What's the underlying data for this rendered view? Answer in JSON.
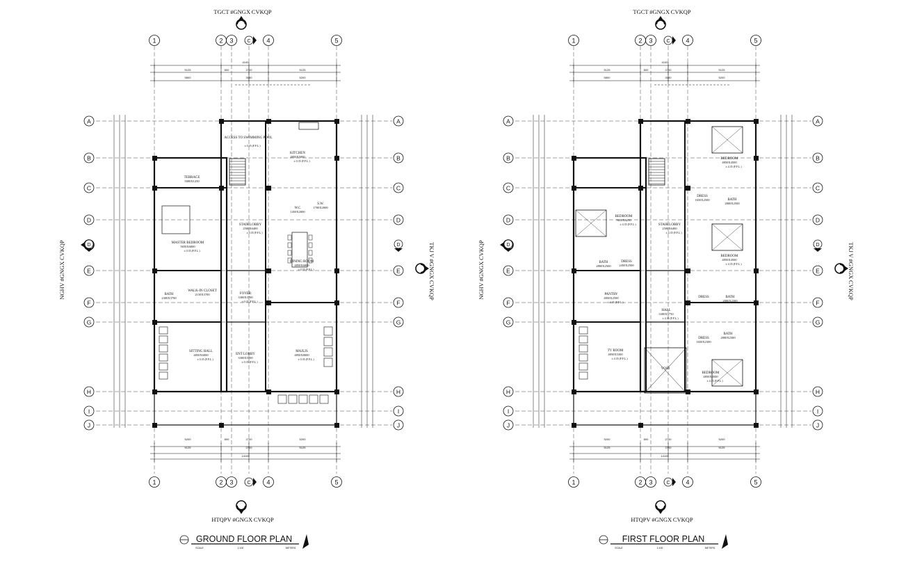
{
  "plans": [
    {
      "id": "ground",
      "elevation_top": "TGCT #GNGX CVKQP",
      "elevation_bottom": "HTQPV #GNGX CVKQP",
      "elevation_left": "NGHV #GNGX CVKQP",
      "elevation_right": "TKJ V #GNGX CVKQP",
      "title": "GROUND FLOOR PLAN",
      "scale_label": "SCALE",
      "scale_value": "1:100",
      "units": "METERS",
      "dims_top_1": [
        "5125",
        "800",
        "2700",
        "5125"
      ],
      "dims_top_2": [
        "5800",
        "3050",
        "5200"
      ],
      "dims_top_overall": "4100",
      "dims_bottom_1": [
        "5200",
        "800",
        "2700",
        "5200"
      ],
      "dims_bottom_2": [
        "5125",
        "2700",
        "5125"
      ],
      "dims_bottom_overall": "14100",
      "rooms": [
        {
          "name": "ACCESS TO SWIMMING POOL",
          "size": "",
          "level": "± 0.35 (F.F.L.)"
        },
        {
          "name": "KITCHEN",
          "size": "4850X5000",
          "level": "± 0.35 (F.F.L.)"
        },
        {
          "name": "TERRACE",
          "size": "5000X1250",
          "level": ""
        },
        {
          "name": "MASTER BEDROOM",
          "size": "5650X6000",
          "level": "± 0.35 (F.F.L.)"
        },
        {
          "name": "STAIR LOBBY",
          "size": "2500X6400",
          "level": "± 0.35 (F.F.L.)"
        },
        {
          "name": "W.C",
          "size": "1450X2000",
          "level": ""
        },
        {
          "name": "S.W.",
          "size": "1700X2000",
          "level": ""
        },
        {
          "name": "DINING ROOM",
          "size": "4850X6000",
          "level": "± 0.35 (F.F.L.)"
        },
        {
          "name": "BATH",
          "size": "2300X3700",
          "level": ""
        },
        {
          "name": "WALK-IN CLOSET",
          "size": "2150X3700",
          "level": ""
        },
        {
          "name": "FOYER",
          "size": "3300X3700",
          "level": "± 0.35 (F.F.L.)"
        },
        {
          "name": "SITTING HALL",
          "size": "4850X6000",
          "level": "± 0.35 (F.F.L.)"
        },
        {
          "name": "ENT LOBBY",
          "size": "3300X5000",
          "level": "± 0.35 (F.F.L.)"
        },
        {
          "name": "MAJLIS",
          "size": "4850X8000",
          "level": "± 0.35 (F.F.L.)"
        }
      ]
    },
    {
      "id": "first",
      "elevation_top": "TGCT #GNGX CVKQP",
      "elevation_bottom": "HTQPV #GNGX CVKQP",
      "elevation_left": "NGHV #GNGX CVKQP",
      "elevation_right": "TKJ V #GNGX CVKQP",
      "title": "FIRST  FLOOR PLAN",
      "scale_label": "SCALE",
      "scale_value": "1:100",
      "units": "METERS",
      "dims_top_1": [
        "5125",
        "800",
        "2700",
        "5125"
      ],
      "dims_top_2": [
        "5800",
        "3050",
        "5200"
      ],
      "dims_top_overall": "4100",
      "dims_bottom_1": [
        "5200",
        "800",
        "2700",
        "5200"
      ],
      "dims_bottom_2": [
        "5125",
        "2700",
        "5125"
      ],
      "dims_bottom_overall": "14100",
      "rooms": [
        {
          "name": "BEDROOM",
          "size": "4850X4500",
          "level": "± 4.35 (F.F.L.)"
        },
        {
          "name": "BEDROOM",
          "size": "5650X4250",
          "level": "± 4.35 (F.F.L.)"
        },
        {
          "name": "DRESS",
          "size": "1650X2500",
          "level": ""
        },
        {
          "name": "BATH",
          "size": "2800X2500",
          "level": ""
        },
        {
          "name": "STAIR LOBBY",
          "size": "2500X6400",
          "level": "± 4.35 (F.F.L.)"
        },
        {
          "name": "BEDROOM",
          "size": "4850X4500",
          "level": "± 4.35 (F.F.L.)"
        },
        {
          "name": "BATH",
          "size": "2800X2500",
          "level": ""
        },
        {
          "name": "DRESS",
          "size": "2450X2500",
          "level": ""
        },
        {
          "name": "PANTRY",
          "size": "4850X2500",
          "level": "± 4.35 (F.F.L.)"
        },
        {
          "name": "DRESS",
          "size": "",
          "level": ""
        },
        {
          "name": "BATH",
          "size": "2800X2300",
          "level": ""
        },
        {
          "name": "HALL",
          "size": "3300X5750",
          "level": "± 4.35 (F.F.L.)"
        },
        {
          "name": "DRESS",
          "size": "1650X2300",
          "level": ""
        },
        {
          "name": "BATH",
          "size": "2800X2300",
          "level": ""
        },
        {
          "name": "TV ROOM",
          "size": "4850X5300",
          "level": "± 4.35 (F.F.L.)"
        },
        {
          "name": "VOID",
          "size": "",
          "level": ""
        },
        {
          "name": "BEDROOM",
          "size": "4850X4500",
          "level": "± 4.35 (F.F.L.)"
        }
      ]
    }
  ],
  "grid_cols": [
    "1",
    "2",
    "3",
    "C",
    "4",
    "5"
  ],
  "grid_rows": [
    "A",
    "B",
    "C",
    "D",
    "E",
    "F",
    "G",
    "H",
    "I",
    "J"
  ],
  "section_marks": [
    "C",
    "D"
  ],
  "colors": {
    "ink": "#111111",
    "hatch": "#555555",
    "paper": "#ffffff"
  }
}
